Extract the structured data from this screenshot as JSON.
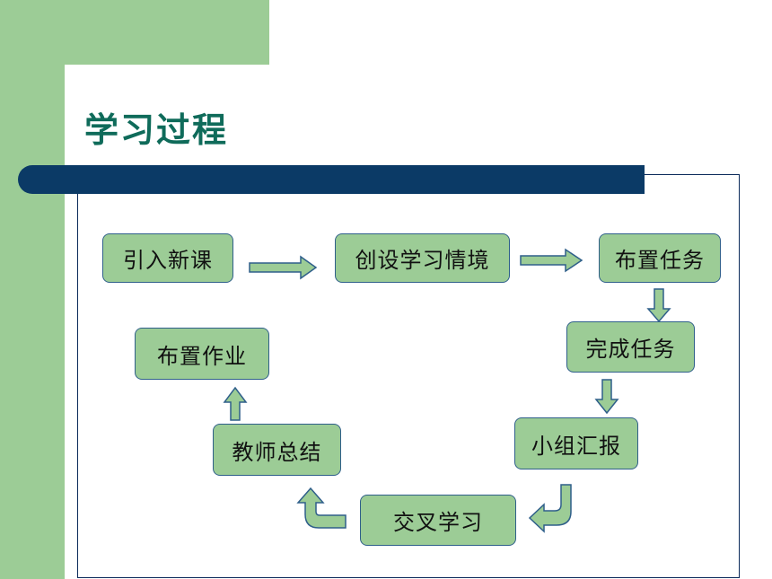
{
  "title": "学习过程",
  "nodes": {
    "intro": "引入新课",
    "scenario": "创设学习情境",
    "assign_task": "布置任务",
    "complete_task": "完成任务",
    "group_report": "小组汇报",
    "cross_learning": "交叉学习",
    "teacher_summary": "教师总结",
    "homework": "布置作业"
  },
  "colors": {
    "node_fill": "#9ccc96",
    "node_border": "#2f5f8a",
    "title": "#0f6b5a",
    "bar": "#0b3a66",
    "side_green": "#9ccc96"
  }
}
